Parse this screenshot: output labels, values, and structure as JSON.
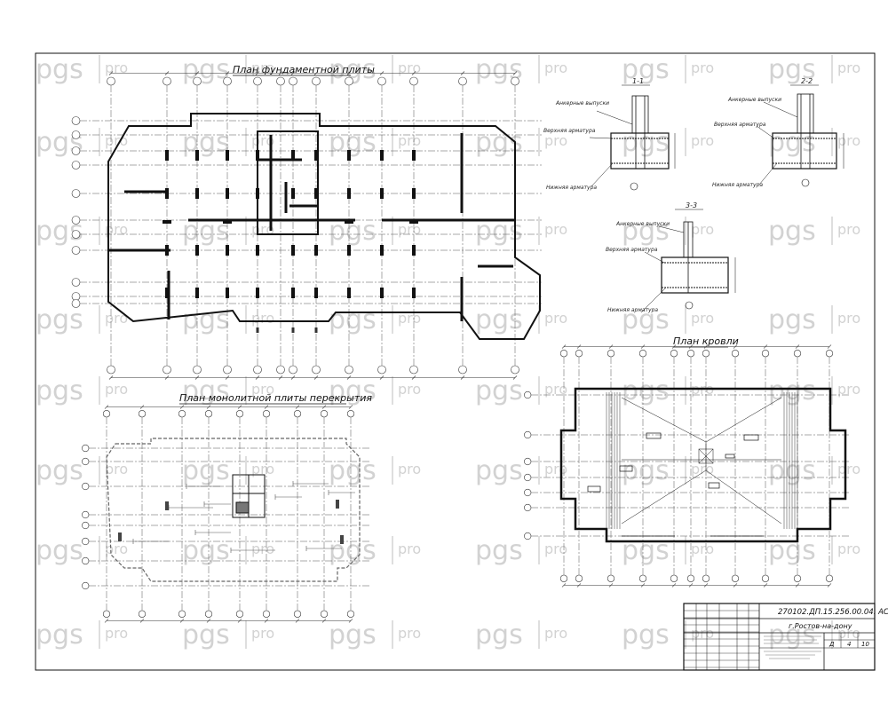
{
  "sheet": {
    "titles": {
      "foundation": "План фундаментной плиты",
      "floor_slab": "План монолитной плиты перекрытия",
      "roof": "План кровли"
    },
    "sections": [
      {
        "id": "1-1",
        "labels": [
          "Анкерные выпуски",
          "Верхняя арматура",
          "Нижняя арматура"
        ]
      },
      {
        "id": "2-2",
        "labels": [
          "Анкерные выпуски",
          "Верхняя арматура",
          "Нижняя арматура"
        ]
      },
      {
        "id": "3-3",
        "labels": [
          "Анкерные выпуски",
          "Верхняя арматура",
          "Нижняя арматура"
        ]
      }
    ],
    "title_block": {
      "code": "270102.ДП.15.256.00.04. АС",
      "city": "г.Ростов-на-дону",
      "stage": "Д",
      "sheet_no": "4",
      "sheets_total": "10"
    },
    "watermark": {
      "left": "pgs",
      "right": "pro"
    }
  }
}
